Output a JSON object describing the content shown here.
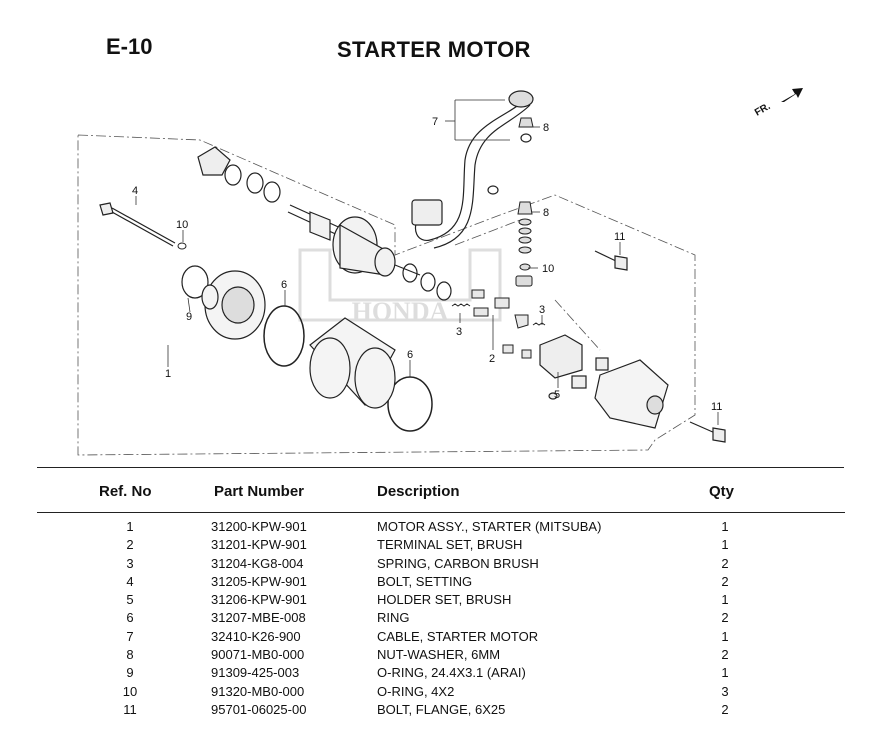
{
  "header": {
    "code": "E-10",
    "title": "STARTER MOTOR"
  },
  "diagram": {
    "front_indicator": "FR.",
    "watermark": "HONDA",
    "callouts": [
      "7",
      "8",
      "8",
      "4",
      "10",
      "10",
      "11",
      "9",
      "6",
      "6",
      "1",
      "3",
      "3",
      "2",
      "5",
      "11"
    ]
  },
  "table": {
    "columns": [
      "Ref. No",
      "Part Number",
      "Description",
      "Qty"
    ],
    "rows": [
      {
        "ref": "1",
        "part": "31200-KPW-901",
        "desc": "MOTOR ASSY., STARTER (MITSUBA)",
        "qty": "1"
      },
      {
        "ref": "2",
        "part": "31201-KPW-901",
        "desc": "TERMINAL SET, BRUSH",
        "qty": "1"
      },
      {
        "ref": "3",
        "part": "31204-KG8-004",
        "desc": "SPRING, CARBON BRUSH",
        "qty": "2"
      },
      {
        "ref": "4",
        "part": "31205-KPW-901",
        "desc": "BOLT, SETTING",
        "qty": "2"
      },
      {
        "ref": "5",
        "part": "31206-KPW-901",
        "desc": "HOLDER SET, BRUSH",
        "qty": "1"
      },
      {
        "ref": "6",
        "part": "31207-MBE-008",
        "desc": "RING",
        "qty": "2"
      },
      {
        "ref": "7",
        "part": "32410-K26-900",
        "desc": "CABLE, STARTER MOTOR",
        "qty": "1"
      },
      {
        "ref": "8",
        "part": "90071-MB0-000",
        "desc": "NUT-WASHER, 6MM",
        "qty": "2"
      },
      {
        "ref": "9",
        "part": "91309-425-003",
        "desc": "O-RING, 24.4X3.1 (ARAI)",
        "qty": "1"
      },
      {
        "ref": "10",
        "part": "91320-MB0-000",
        "desc": "O-RING, 4X2",
        "qty": "3"
      },
      {
        "ref": "11",
        "part": "95701-06025-00",
        "desc": "BOLT, FLANGE, 6X25",
        "qty": "2"
      }
    ]
  }
}
